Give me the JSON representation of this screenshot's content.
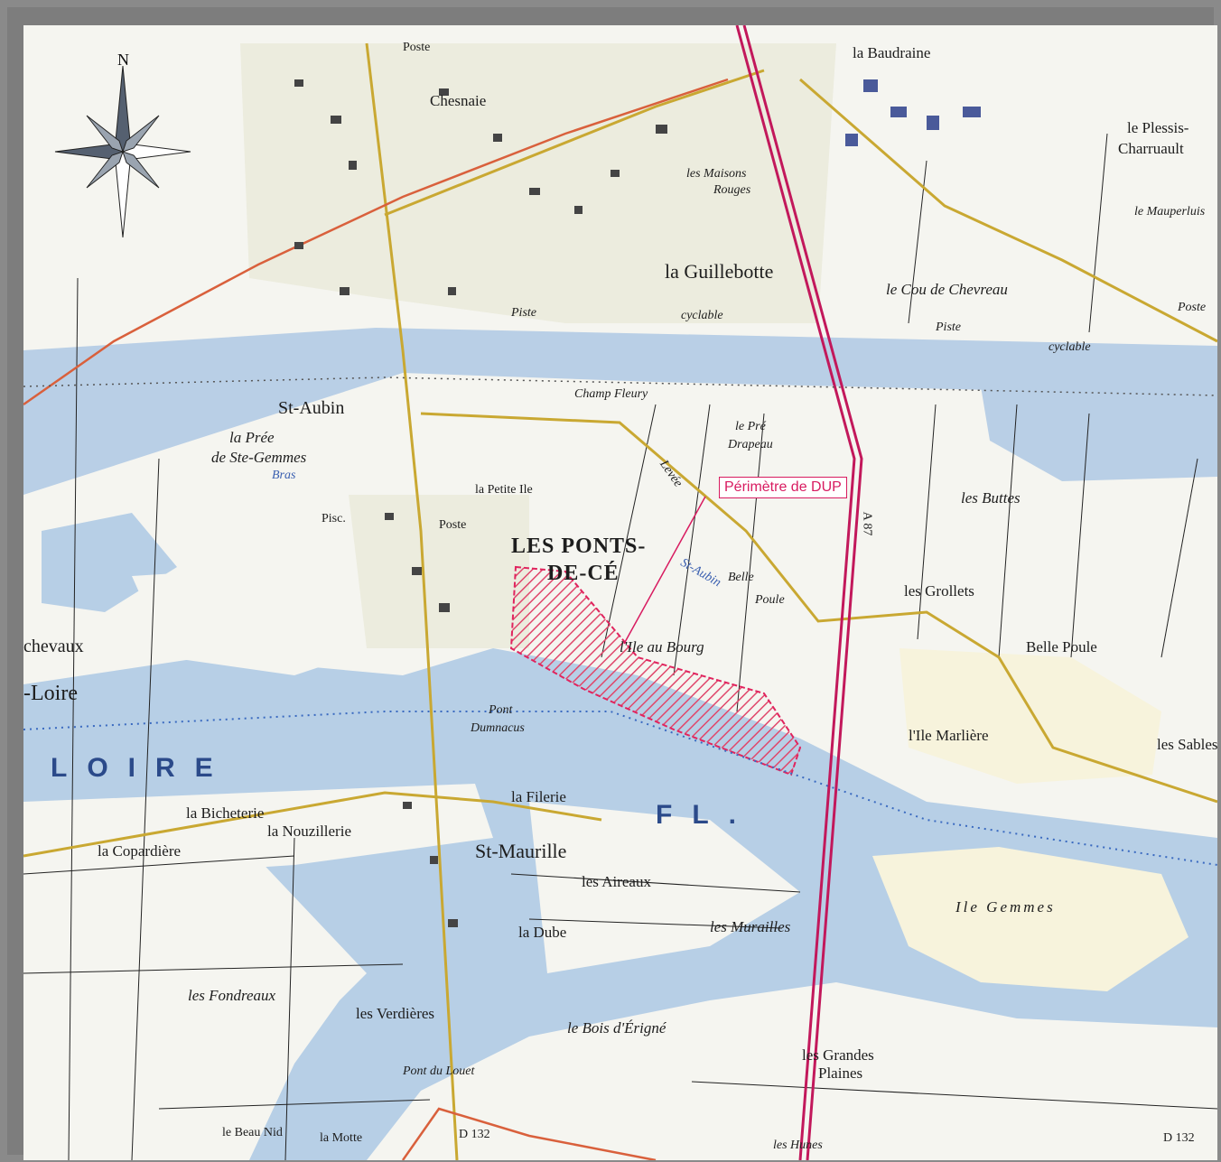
{
  "compass": {
    "north_label": "N"
  },
  "callout": {
    "text": "Périmètre de DUP"
  },
  "labels": {
    "poste_nw": "Poste",
    "chesnaie": "Chesnaie",
    "baudraine": "la Baudraine",
    "plessis": "le Plessis-",
    "charruault": "Charruault",
    "maisons": "les Maisons",
    "rouges": "Rouges",
    "mauperluis": "le Mauperluis",
    "guillebotte": "la Guillebotte",
    "cou_chevreau": "le Cou de Chevreau",
    "piste1": "Piste",
    "cyclable1": "cyclable",
    "piste2": "Piste",
    "cyclable2": "cyclable",
    "poste_ne": "Poste",
    "st_aubin": "St-Aubin",
    "champ_fleury": "Champ Fleury",
    "pre_drapeau1": "le Pré",
    "pre_drapeau2": "Drapeau",
    "pree_gemmes1": "la Prée",
    "pree_gemmes2": "de Ste-Gemmes",
    "petite_ile": "la Petite Ile",
    "les_buttes": "les Buttes",
    "ponts1": "LES PONTS-",
    "ponts2": "DE-CÉ",
    "piscine": "Pisc.",
    "poste_c": "Poste",
    "grollets": "les Grollets",
    "belle_poule1": "Belle",
    "belle_poule2": "Poule",
    "belle_poule3": "Belle Poule",
    "ile_bourg": "l'Ile au Bourg",
    "pont_dumnacus1": "Pont",
    "pont_dumnacus2": "Dumnacus",
    "ile_marliere": "l'Ile Marlière",
    "les_sables": "les Sables",
    "chevaux": "chevaux",
    "loire_w": "-Loire",
    "loire_river": "LOIRE",
    "fl": "FL.",
    "bicheterie": "la Bicheterie",
    "nouzillerie": "la Nouzillerie",
    "filerie": "la Filerie",
    "copardiere": "la Copardière",
    "st_maurille": "St-Maurille",
    "aireaux": "les Aireaux",
    "ile_gemmes": "Ile Gemmes",
    "dube": "la Dube",
    "murailles": "les Murailles",
    "fondreaux": "les Fondreaux",
    "verdieres": "les Verdières",
    "bois_erigne": "le Bois d'Érigné",
    "grandes_plaines1": "les Grandes",
    "grandes_plaines2": "Plaines",
    "pont_louet": "Pont du Louet",
    "beau_nid": "le Beau Nid",
    "la_motte": "la Motte",
    "les_hunes": "les Hunes",
    "d132a": "D 132",
    "d132b": "D 132",
    "levee": "Levée",
    "aubin_blue": "St-Aubin",
    "bras": "Bras",
    "a87": "A 87"
  }
}
